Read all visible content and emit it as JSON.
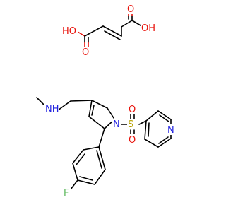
{
  "atoms": {
    "ho_left": "HO",
    "o_left_carbonyl": "O",
    "o_right_carbonyl": "O",
    "oh_right": "OH",
    "nh_amine": "NH",
    "n_pyrrole": "N",
    "s_sulfonyl": "S",
    "o_sulfonyl_top": "O",
    "o_sulfonyl_bottom": "O",
    "n_pyridine": "N",
    "f_fluoro": "F"
  },
  "colors": {
    "carbon": "#000000",
    "oxygen": "#e8120b",
    "nitrogen": "#2323e0",
    "sulfur": "#b8a200",
    "fluorine": "#5cb85c"
  }
}
